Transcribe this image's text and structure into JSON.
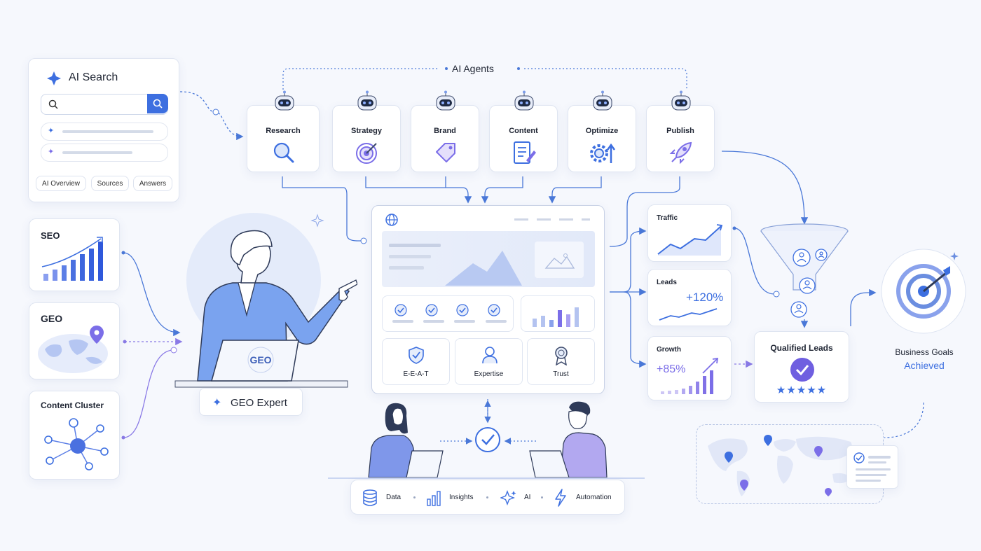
{
  "ai_search": {
    "title": "AI Search",
    "tabs": [
      "AI Overview",
      "Sources",
      "Answers"
    ]
  },
  "ai_agents": {
    "title": "AI Agents",
    "agents": [
      "Research",
      "Strategy",
      "Brand",
      "Content",
      "Optimize",
      "Publish"
    ]
  },
  "left_cards": {
    "seo": "SEO",
    "geo": "GEO",
    "cluster": "Content Cluster"
  },
  "expert": {
    "laptop_label": "GEO",
    "badge": "GEO Expert"
  },
  "dashboard": {
    "pillars": [
      "E-E-A-T",
      "Expertise",
      "Trust"
    ]
  },
  "bottom_bar": {
    "items": [
      "Data",
      "Insights",
      "AI",
      "Automation"
    ]
  },
  "metrics": {
    "traffic": {
      "label": "Traffic"
    },
    "leads": {
      "label": "Leads",
      "value": "+120%"
    },
    "growth": {
      "label": "Growth",
      "value": "+85%"
    }
  },
  "qualified": {
    "label": "Qualified Leads",
    "stars": 5
  },
  "goal": {
    "line1": "Business Goals",
    "line2": "Achieved"
  },
  "colors": {
    "accent": "#3d6fe0",
    "purple": "#7b6ee8",
    "line": "#4a78d8",
    "card_border": "#dfe5f1"
  }
}
